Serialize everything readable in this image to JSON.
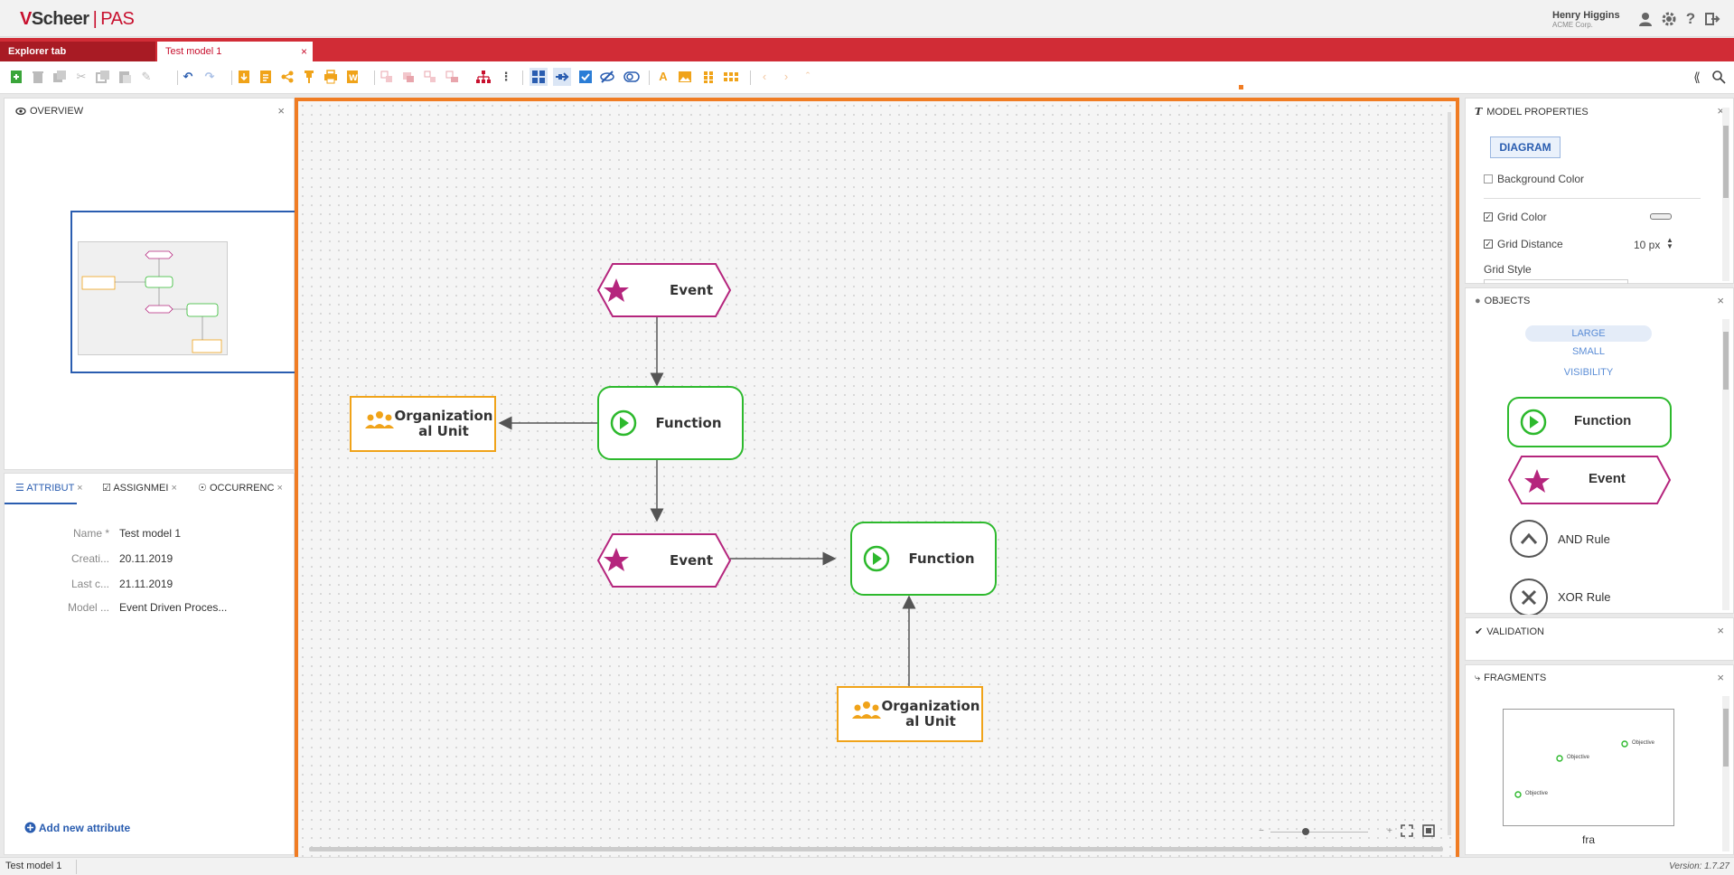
{
  "header": {
    "brand": "Scheer",
    "brand_separator": "|",
    "product": "PAS",
    "user_name": "Henry Higgins",
    "user_company": "ACME Corp."
  },
  "tabs": [
    {
      "label": "Explorer tab"
    },
    {
      "label": "Test model 1",
      "close": "×"
    }
  ],
  "overview": {
    "title": "OVERVIEW",
    "close": "×"
  },
  "bottom_left_tabs": [
    {
      "label": "ATTRIBUT",
      "close": "×"
    },
    {
      "label": "ASSIGNMEI",
      "close": "×"
    },
    {
      "label": "OCCURRENC",
      "close": "×"
    }
  ],
  "attributes": [
    {
      "label": "Name *",
      "value": "Test model 1"
    },
    {
      "label": "Creati...",
      "value": "20.11.2019"
    },
    {
      "label": "Last c...",
      "value": "21.11.2019"
    },
    {
      "label": "Model ...",
      "value": "Event Driven Proces..."
    }
  ],
  "add_attribute": "Add new attribute",
  "diagram": {
    "event1": "Event",
    "function1": "Function",
    "org1": "Organization\nal Unit",
    "event2": "Event",
    "function2": "Function",
    "org2": "Organization\nal Unit"
  },
  "model_properties": {
    "title": "MODEL PROPERTIES",
    "close": "×",
    "diagram_button": "DIAGRAM",
    "background_color": "Background Color",
    "grid_color": "Grid Color",
    "grid_distance": "Grid Distance",
    "grid_distance_value": "10 px",
    "grid_style": "Grid Style",
    "background_color_checked": false,
    "grid_color_checked": true,
    "grid_distance_checked": true
  },
  "objects": {
    "title": "OBJECTS",
    "close": "×",
    "options": [
      "LARGE",
      "SMALL",
      "VISIBILITY"
    ],
    "items": [
      {
        "label": "Function"
      },
      {
        "label": "Event"
      },
      {
        "label": "AND Rule"
      },
      {
        "label": "XOR Rule"
      }
    ]
  },
  "validation": {
    "title": "VALIDATION",
    "close": "×"
  },
  "fragments": {
    "title": "FRAGMENTS",
    "close": "×",
    "thumb_labels": [
      "Objective",
      "Objective",
      "Objective"
    ],
    "caption": "fra"
  },
  "status": {
    "model_name": "Test model 1",
    "version": "Version: 1.7.27"
  },
  "colors": {
    "brand_red": "#d12c36",
    "event_magenta": "#b5257d",
    "function_green": "#2db92d",
    "org_orange": "#f0a319",
    "canvas_border": "#f07c23"
  }
}
